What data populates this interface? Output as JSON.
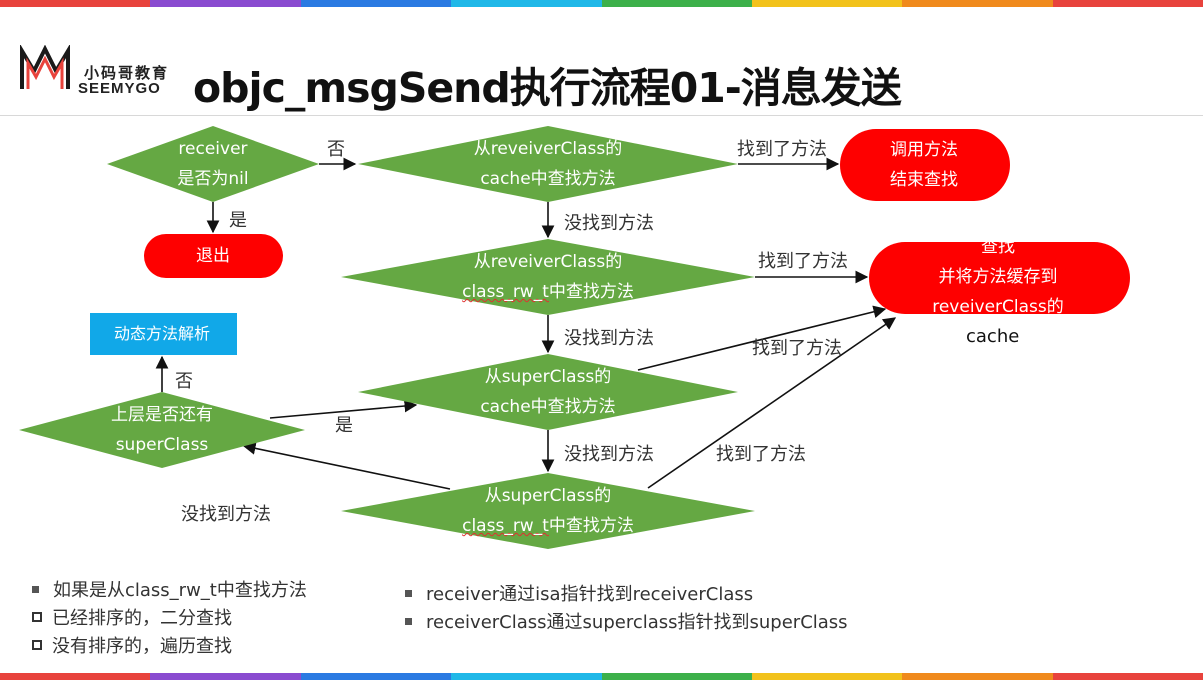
{
  "header": {
    "title": "objc_msgSend执行流程01-消息发送",
    "logo_cn": "小码哥教育",
    "logo_en": "SEEMYGO"
  },
  "colors": {
    "green": "#65a843",
    "red": "#fe0000",
    "blue": "#11a8e8",
    "stripe": [
      "#e8433c",
      "#8a4bd0",
      "#2a7ae2",
      "#20b8e8",
      "#3cb04a",
      "#f2c21b",
      "#f08a1c",
      "#e8433c"
    ]
  },
  "nodes": {
    "receiver_nil": [
      "receiver",
      "是否为nil"
    ],
    "exit": [
      "退出"
    ],
    "cache_lookup": [
      [
        "从reveiverClass的"
      ],
      [
        "cache",
        "中查找方法"
      ]
    ],
    "call_method": [
      "调用方法",
      "结束查找"
    ],
    "rw_lookup": [
      [
        "从reveiverClass的"
      ],
      [
        "class_rw_t",
        "中查找方法"
      ]
    ],
    "cache_store": [
      "查找",
      "并将方法缓存到",
      "reveiverClass的"
    ],
    "cache_store_tail": "cache",
    "dynamic_resolve": [
      "动态方法解析"
    ],
    "super_exists": [
      "上层是否还有",
      "superClass"
    ],
    "super_cache": [
      [
        "从superClass的"
      ],
      [
        "cache",
        "中查找方法"
      ]
    ],
    "super_rw": [
      [
        "从superClass的"
      ],
      [
        "class_rw_t",
        "中查找方法"
      ]
    ]
  },
  "edge_labels": {
    "no_1": "否",
    "yes_1": "是",
    "found_1": "找到了方法",
    "notfound_1": "没找到方法",
    "found_2": "找到了方法",
    "notfound_2": "没找到方法",
    "found_3": "找到了方法",
    "no_2": "否",
    "yes_2": "是",
    "notfound_3": "没找到方法",
    "found_4": "找到了方法",
    "notfound_4": "没找到方法"
  },
  "notes_left": [
    {
      "marker": "bullet",
      "text": "如果是从class_rw_t中查找方法"
    },
    {
      "marker": "box",
      "text": "已经排序的，二分查找"
    },
    {
      "marker": "box",
      "text": "没有排序的，遍历查找"
    }
  ],
  "notes_right": [
    {
      "marker": "bullet",
      "text": "receiver通过isa指针找到receiverClass"
    },
    {
      "marker": "bullet",
      "text": "receiverClass通过superclass指针找到superClass"
    }
  ]
}
